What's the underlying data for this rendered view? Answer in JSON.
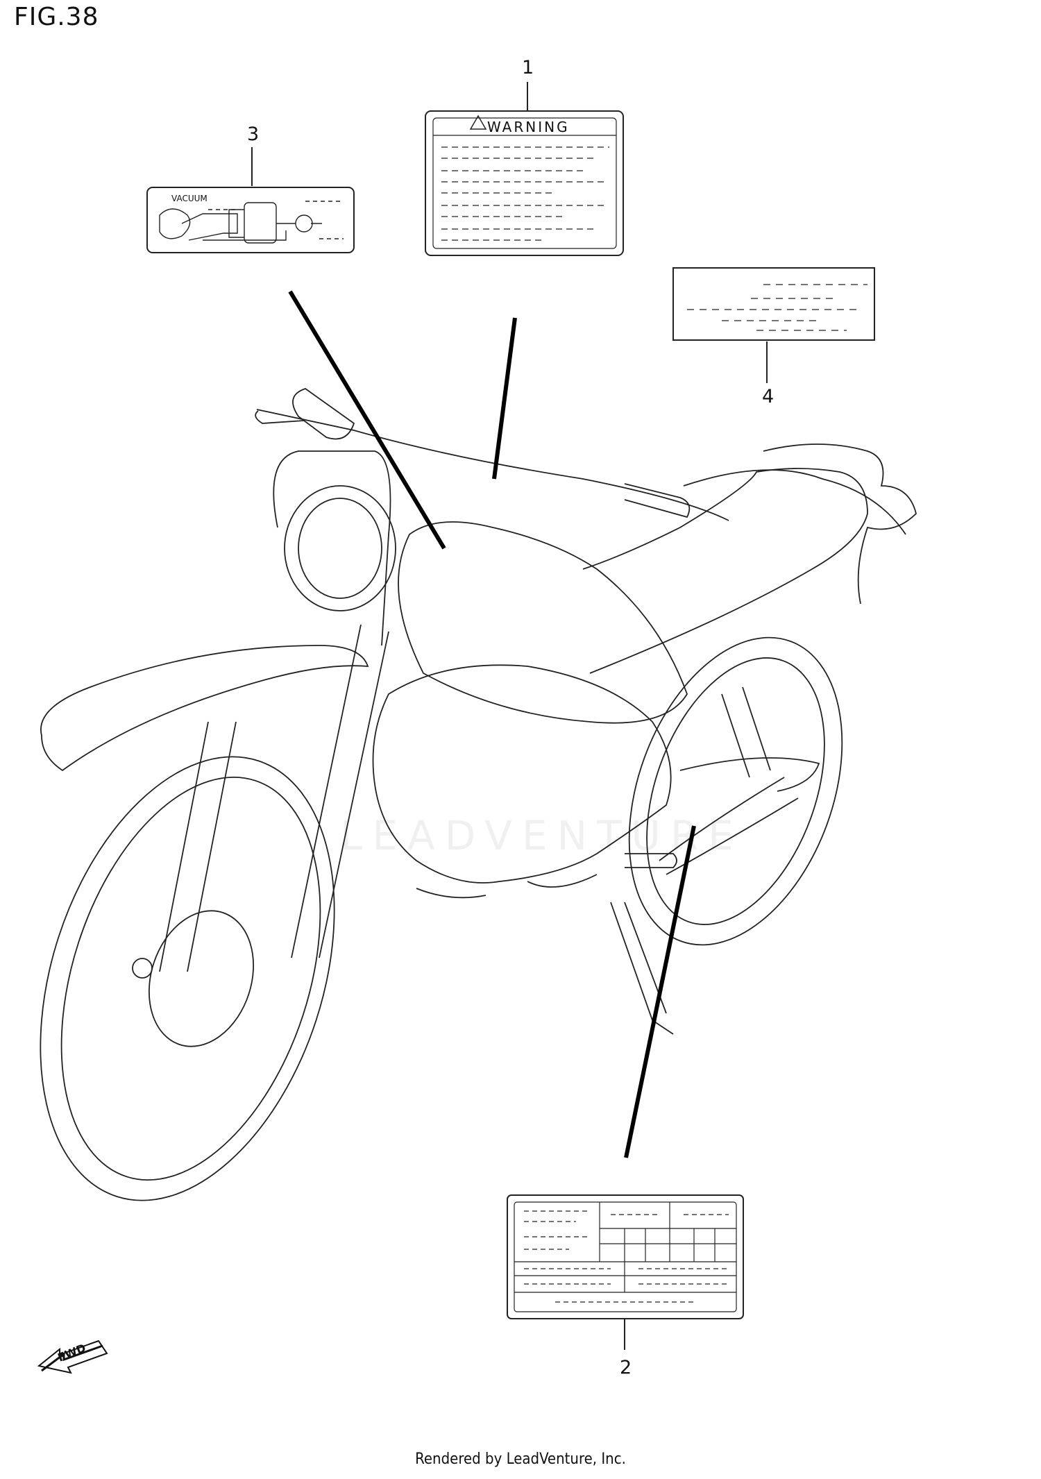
{
  "figure": {
    "title": "FIG.38"
  },
  "callouts": [
    {
      "number": "1"
    },
    {
      "number": "2"
    },
    {
      "number": "3"
    },
    {
      "number": "4"
    }
  ],
  "labels": {
    "warning_header": "WARNING",
    "vacuum_text": "VACUUM",
    "fwd_arrow_text": "FWD"
  },
  "watermark": "LEADVENTURE",
  "footer": "Rendered by LeadVenture, Inc."
}
